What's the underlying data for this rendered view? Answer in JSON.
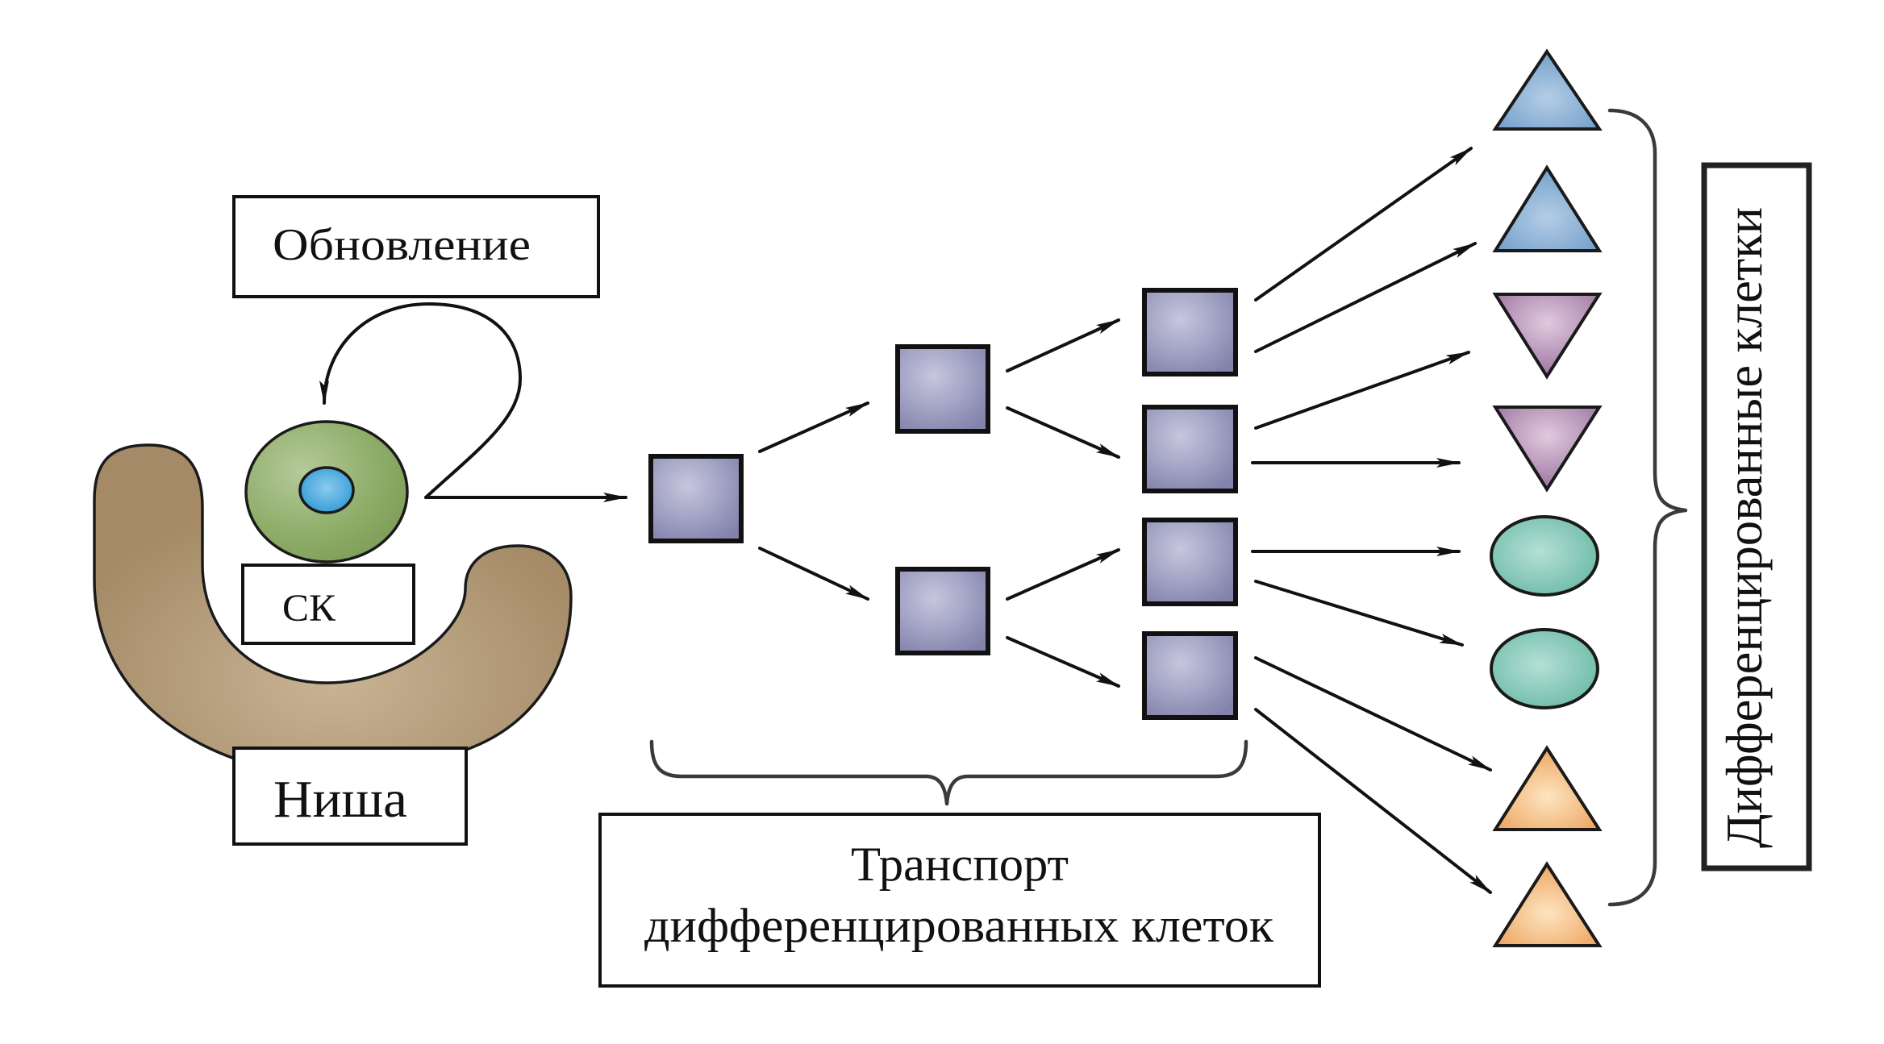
{
  "diagram": {
    "title": "Stem cell niche and differentiated cell transport",
    "labels": {
      "renewal": "Обновление",
      "stem_cell": "СК",
      "niche": "Ниша",
      "transport_line1": "Транспорт",
      "transport_line2": "дифференцированных клеток",
      "differentiated_cells": "Дифференцированные клетки"
    },
    "colors": {
      "niche": "#ad9470",
      "niche_light": "#c8b394",
      "stem_cell": "#88a862",
      "stem_cell_light": "#b6c99b",
      "nucleus": "#2f9ad6",
      "nucleus_light": "#8ccbee",
      "progenitor": "#8a8ab2",
      "progenitor_light": "#c4c4dc",
      "blue_cell": "#78a2cc",
      "blue_cell_light": "#b2cce6",
      "purple_cell": "#a67ea8",
      "purple_cell_light": "#dcc4da",
      "teal_cell": "#76c0ae",
      "teal_cell_light": "#b0ddd2",
      "orange_cell": "#f0ac6a",
      "orange_cell_light": "#fde0b8",
      "line": "#111111"
    },
    "progenitor_generations": [
      1,
      2,
      4
    ],
    "differentiated_types": [
      {
        "shape": "triangle-up",
        "color": "blue"
      },
      {
        "shape": "triangle-up",
        "color": "blue"
      },
      {
        "shape": "triangle-down",
        "color": "purple"
      },
      {
        "shape": "triangle-down",
        "color": "purple"
      },
      {
        "shape": "ellipse",
        "color": "teal"
      },
      {
        "shape": "ellipse",
        "color": "teal"
      },
      {
        "shape": "triangle-up",
        "color": "orange"
      },
      {
        "shape": "triangle-up",
        "color": "orange"
      }
    ]
  }
}
